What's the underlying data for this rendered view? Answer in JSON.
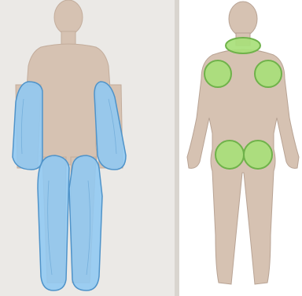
{
  "colors": {
    "background_left": "#ebe9e6",
    "background_right": "#ffffff",
    "divider": "#d9d5cf",
    "skin": "#d6c2b2",
    "skin_outline": "#b8a394",
    "limb_region_fill": "#8fc8f2",
    "limb_region_outline": "#4f93c9",
    "trunk_region_fill": "#a8e07a",
    "trunk_region_outline": "#6fb24a"
  },
  "figures": [
    {
      "view": "front",
      "highlighted_regions": [
        "left-arm",
        "right-arm",
        "left-leg",
        "right-leg"
      ]
    },
    {
      "view": "back",
      "highlighted_regions": [
        "neck",
        "left-shoulder",
        "right-shoulder",
        "left-buttock",
        "right-buttock"
      ]
    }
  ]
}
